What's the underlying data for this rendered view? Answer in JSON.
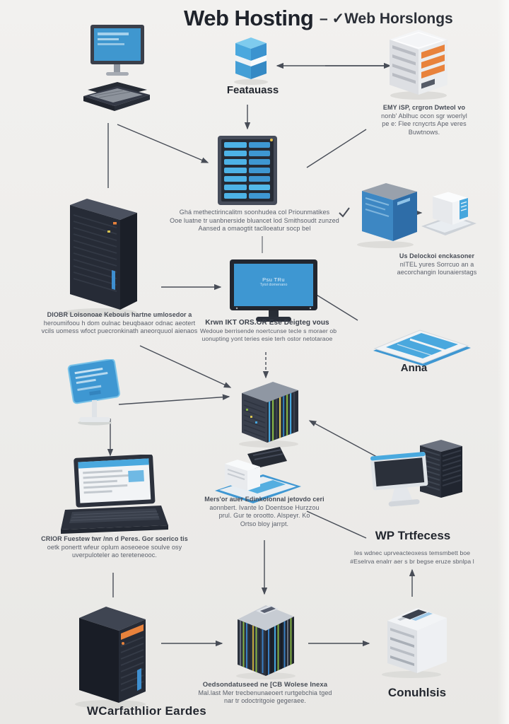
{
  "header": {
    "title": "Web Hosting",
    "subtitle": "– ✓Web Horslongs"
  },
  "colors": {
    "accent_blue": "#3f97d2",
    "orange": "#e8823c",
    "dark": "#262b36",
    "background": "#efeeec",
    "text": "#5a5f6a"
  },
  "nodes": {
    "features": {
      "label": "Featauass"
    },
    "isp": {
      "lines": [
        "EMY iSP, crgron Dwteol vo",
        "nonb' Ablhuc ocon sgr woerlyl",
        "pe e: Flee rcnycrts Ape veres",
        "Buwtnows."
      ]
    },
    "rack": {
      "lines": [
        "Ghá methectirincalitm soonhudea col Priounmatikes",
        "Ooe luatne tr uanbnerside bluancet lod Smithsoudt zunzed",
        "Aansed a omaogtit taclloeatur socp bel"
      ]
    },
    "migration": {
      "lines": [
        "Us Delockoi enckasoner",
        "nITEL yures Sorrcuo an a",
        "aecorchangin lounaierstags"
      ]
    },
    "tower": {
      "lines": [
        "DIOBR Loisonoae Kebouis hartne umlosedor a",
        "heroumifoou h dom oulnac beuqbaaor odnac aeotert",
        "vcils uomess wfoct puecronkinath aneorquuol aienaos"
      ]
    },
    "monitor": {
      "screen_line1": "Psu TRu",
      "screen_line2": "Tyiol domenano",
      "lines": [
        "Krwn IKT ORS.OR Ese Deigteg vous",
        "Wedoue berrisende noertcunse tecle s moraer ob",
        "uonupting yont teries esie terh ostor netotaraoe"
      ]
    },
    "anna": {
      "label": "Anna"
    },
    "printer": {
      "lines": [
        "Mers'or auer Edinkoionnal jetovdo ceri",
        "aonnbert. Ivante lo Doentsoe Hurzzou",
        "prul. Gur te orootto. Alspeyr. Ko",
        "Ortso bloy jarrpt."
      ]
    },
    "wp": {
      "label": "WP Trtfecess",
      "lines": [
        "Ies wdnec uprveacteoxess temsmbett boe",
        "#Eselrva enalrr aer s br begse eruze sbnlpa l"
      ]
    },
    "laptop": {
      "lines": [
        "CRIOR Fuestew twr /nn d Peres. Gor soerico tis",
        "oetk ponertt wfeur oplum aoseoeoe soulve osy",
        "uverpuloteler ao tereteneooc."
      ]
    },
    "bottom_left": {
      "label": "WCarfathlior Eardes"
    },
    "bottom_center": {
      "lines": [
        "Oedsondatuseed ne [CB Wolese Inexa",
        "Mal.last Mer trecbenunaeoert rurtgebchia tged",
        "nar tr odoctritgoie gegeraee."
      ]
    },
    "bottom_right": {
      "label": "Conuhlsis"
    }
  },
  "icons": [
    "desktop-monitor-icon",
    "laptop-flat-icon",
    "database-icon",
    "server-orange-icon",
    "server-rack-icon",
    "server-tower-icon",
    "monitor-icon",
    "server-blue-icon",
    "mini-server-icon",
    "notebook-icon",
    "small-monitor-icon",
    "cube-server-icon",
    "laptop-icon",
    "printer-icon",
    "workstation-monitor-icon",
    "server-cabinet-icon",
    "tower-orange-icon",
    "striped-cube-icon",
    "white-server-icon"
  ]
}
